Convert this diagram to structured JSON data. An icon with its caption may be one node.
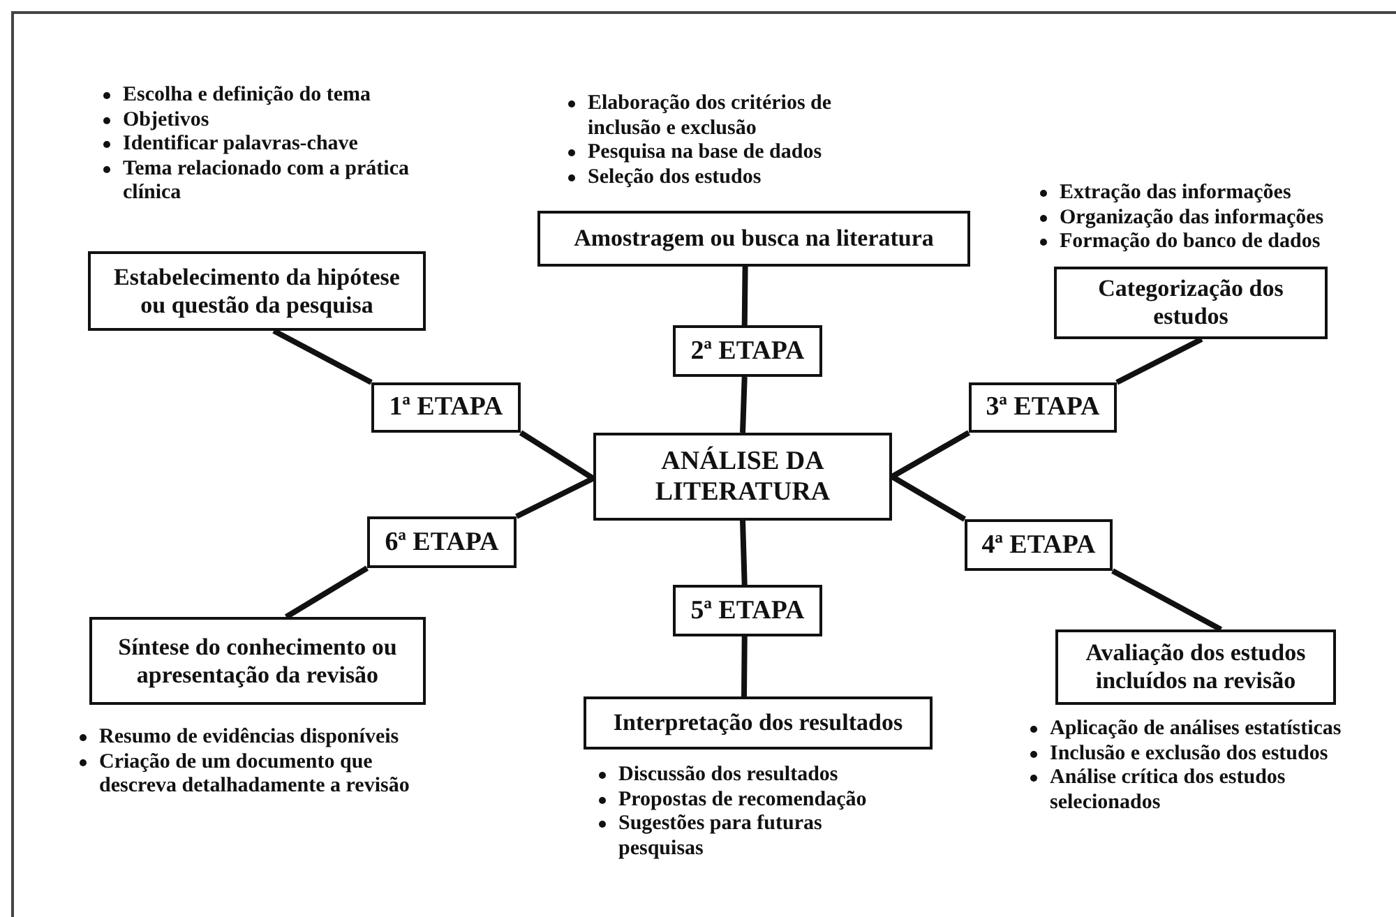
{
  "diagram": {
    "nodes": [
      {
        "text": [
          "ANÁLISE DA LITERATURA"
        ]
      },
      {
        "text": [
          "1ª ETAPA"
        ]
      },
      {
        "text": [
          "Estabelecimento da hipótese ou questão da pesquisa"
        ],
        "beside": [
          "Escolha e definição do tema",
          "Objetivos",
          "Identificar palavras-chave",
          "Tema relacionado com a prática clínica"
        ]
      },
      {
        "text": [
          "2ª ETAPA"
        ]
      },
      {
        "text": [
          "Amostragem ou busca na literatura"
        ],
        "beside": [
          "Elaboração dos critérios de inclusão e exclusão",
          "Pesquisa na base de dados",
          "Seleção dos estudos"
        ]
      },
      {
        "text": [
          "3ª ETAPA"
        ]
      },
      {
        "text": [
          "Categorização dos estudos"
        ],
        "beside": [
          "Extração das informações",
          "Organização das informações",
          "Formação do banco de dados"
        ]
      },
      {
        "text": [
          "4ª ETAPA"
        ]
      },
      {
        "text": [
          "Avaliação dos estudos incluídos na revisão"
        ],
        "beside": [
          "Aplicação de análises estatísticas",
          "Inclusão e exclusão dos estudos",
          "Análise crítica dos estudos selecionados"
        ]
      },
      {
        "text": [
          "5ª ETAPA"
        ]
      },
      {
        "text": [
          "Interpretação dos resultados"
        ],
        "beside": [
          "Discussão dos resultados",
          "Propostas de recomendação",
          "Sugestões para futuras pesquisas"
        ]
      },
      {
        "text": [
          "6ª ETAPA"
        ]
      },
      {
        "text": [
          "Síntese do conhecimento ou apresentação da revisão"
        ],
        "beside": [
          "Resumo de evidências disponíveis",
          "Criação de um documento que descreva detalhadamente a revisão"
        ]
      }
    ],
    "edges": [
      {
        "from": 0,
        "to": 1,
        "arrow": "none"
      },
      {
        "from": 1,
        "to": 2,
        "arrow": "none"
      },
      {
        "from": 0,
        "to": 3,
        "arrow": "none"
      },
      {
        "from": 3,
        "to": 4,
        "arrow": "none"
      },
      {
        "from": 0,
        "to": 5,
        "arrow": "none"
      },
      {
        "from": 5,
        "to": 6,
        "arrow": "none"
      },
      {
        "from": 0,
        "to": 7,
        "arrow": "none"
      },
      {
        "from": 7,
        "to": 8,
        "arrow": "none"
      },
      {
        "from": 0,
        "to": 9,
        "arrow": "none"
      },
      {
        "from": 9,
        "to": 10,
        "arrow": "none"
      },
      {
        "from": 0,
        "to": 11,
        "arrow": "none"
      },
      {
        "from": 11,
        "to": 12,
        "arrow": "none"
      }
    ]
  }
}
